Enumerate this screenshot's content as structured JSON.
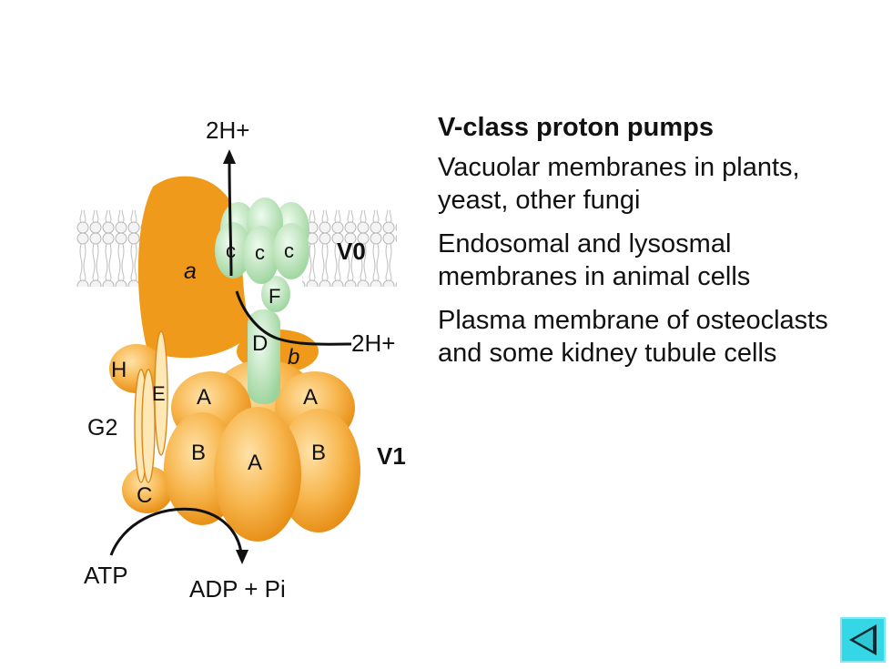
{
  "diagram": {
    "labels": {
      "proton_top": "2H+",
      "proton_side": "2H+",
      "v0": "V0",
      "v1": "V1",
      "subunit_a": "a",
      "subunit_b": "b",
      "subunit_c1": "c",
      "subunit_c2": "c",
      "subunit_c3": "c",
      "subunit_F": "F",
      "subunit_D": "D",
      "subunit_H": "H",
      "subunit_E": "E",
      "subunit_G2": "G2",
      "subunit_C": "C",
      "subunit_A_left": "A",
      "subunit_A_right": "A",
      "subunit_A_center": "A",
      "subunit_B_left": "B",
      "subunit_B_right": "B",
      "atp": "ATP",
      "adp": "ADP + Pi"
    }
  },
  "info": {
    "title": "V-class proton pumps",
    "items": [
      "Vacuolar membranes in plants, yeast, other fungi",
      "Endosomal and lysosmal membranes in animal cells",
      "Plasma membrane of osteoclasts and some kidney tubule cells"
    ]
  },
  "nav": {
    "back_icon": "triangle-left-icon"
  },
  "colors": {
    "orange": "#f09a1c",
    "orange_light": "#ffd68c",
    "green": "#c4ebc4",
    "cyan": "#35d6e6"
  }
}
